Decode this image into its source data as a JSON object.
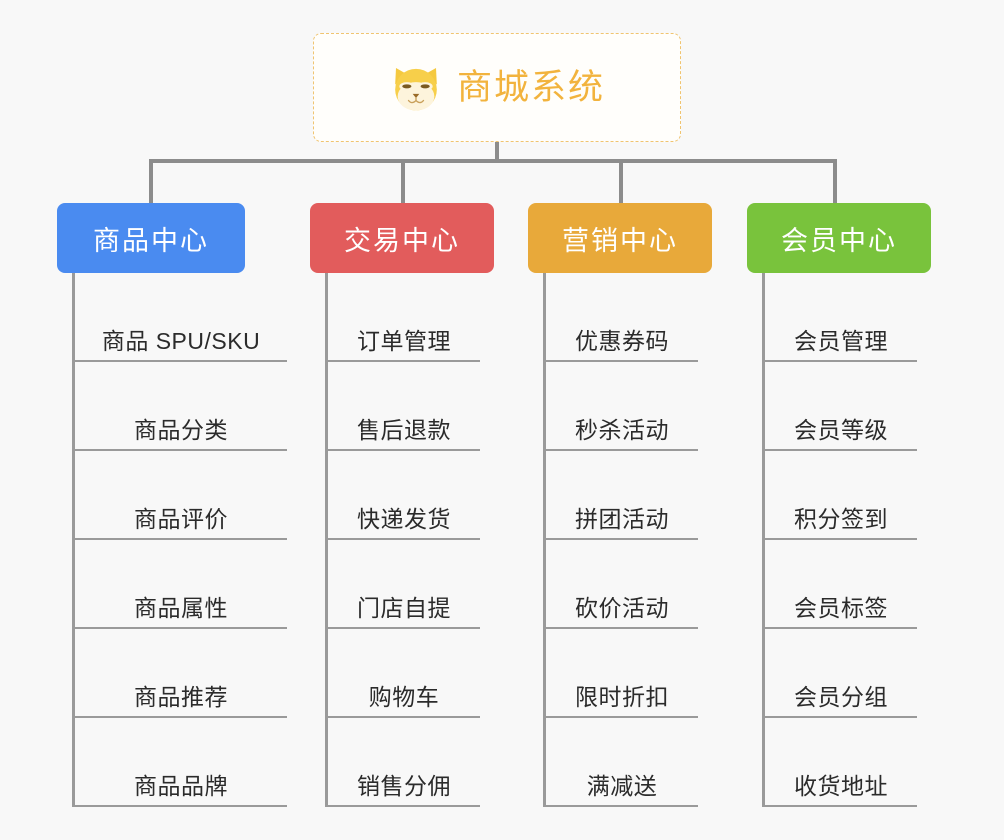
{
  "root": {
    "title": "商城系统",
    "icon": "shiba-dog-icon",
    "title_color": "#f2b33d",
    "border_color": "#f0c470",
    "background": "#fffefb"
  },
  "canvas": {
    "background": "#f8f8f8",
    "connector_color": "#8c8c8c"
  },
  "categories": [
    {
      "label": "商品中心",
      "color": "#4a8bf0",
      "items": [
        "商品 SPU/SKU",
        "商品分类",
        "商品评价",
        "商品属性",
        "商品推荐",
        "商品品牌"
      ]
    },
    {
      "label": "交易中心",
      "color": "#e25c5c",
      "items": [
        "订单管理",
        "售后退款",
        "快递发货",
        "门店自提",
        "购物车",
        "销售分佣"
      ]
    },
    {
      "label": "营销中心",
      "color": "#e8a93a",
      "items": [
        "优惠券码",
        "秒杀活动",
        "拼团活动",
        "砍价活动",
        "限时折扣",
        "满减送"
      ]
    },
    {
      "label": "会员中心",
      "color": "#79c33c",
      "items": [
        "会员管理",
        "会员等级",
        "积分签到",
        "会员标签",
        "会员分组",
        "收货地址"
      ]
    }
  ]
}
